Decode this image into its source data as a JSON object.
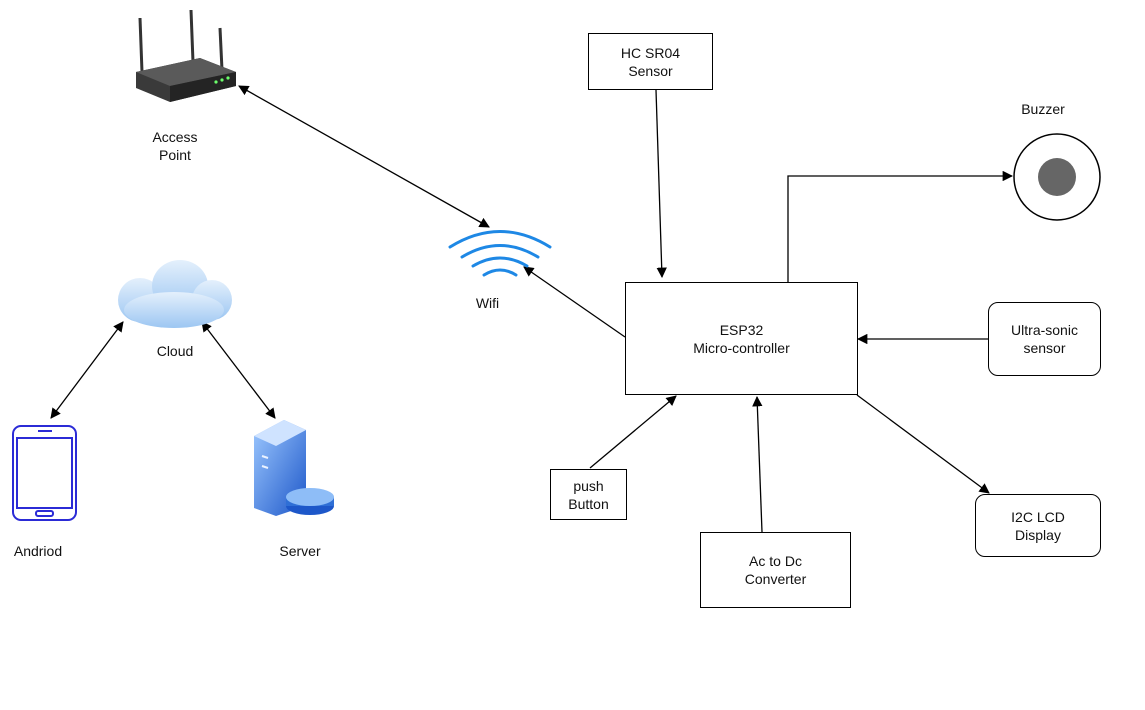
{
  "nodes": {
    "access_point": {
      "line1": "Access",
      "line2": "Point"
    },
    "wifi": {
      "label": "Wifi"
    },
    "cloud": {
      "label": "Cloud"
    },
    "android": {
      "label": "Andriod"
    },
    "server": {
      "label": "Server"
    },
    "hc_sr04": {
      "line1": "HC SR04",
      "line2": "Sensor"
    },
    "buzzer": {
      "label": "Buzzer"
    },
    "esp32": {
      "line1": "ESP32",
      "line2": "Micro-controller"
    },
    "ultrasonic": {
      "line1": "Ultra-sonic",
      "line2": "sensor"
    },
    "push_button": {
      "line1": "push",
      "line2": "Button"
    },
    "ac_dc": {
      "line1": "Ac to Dc",
      "line2": "Converter"
    },
    "lcd": {
      "line1": "I2C LCD",
      "line2": "Display"
    }
  },
  "colors": {
    "line": "#000000",
    "wifi": "#1e88e5",
    "cloud": "#bcd8f5",
    "phone": "#2b2bd6",
    "server": "#2f6fd6",
    "buzzer_fill": "#666666"
  },
  "icons": {
    "router": "router-icon",
    "wifi": "wifi-icon",
    "cloud": "cloud-icon",
    "phone": "smartphone-icon",
    "server": "server-icon",
    "buzzer": "buzzer-icon"
  }
}
